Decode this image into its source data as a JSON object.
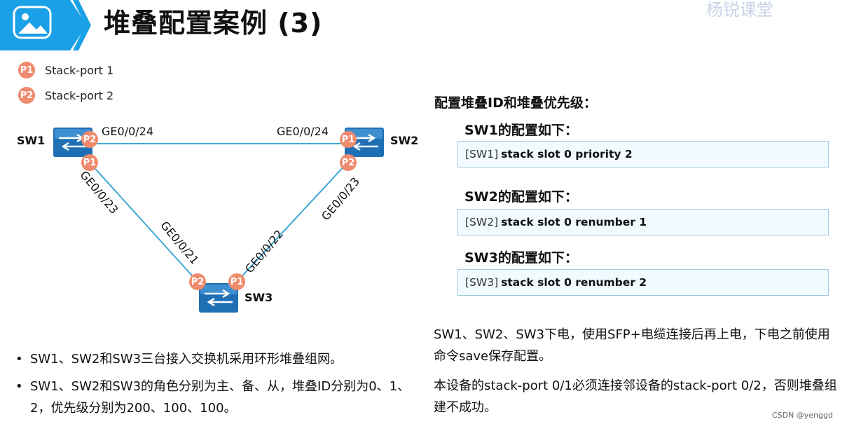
{
  "header": {
    "title": "堆叠配置案例 (3)",
    "brand": "杨锐课堂",
    "accent_color": "#1aa0e6",
    "icon": "image-icon"
  },
  "legend": [
    {
      "badge": "P1",
      "label": "Stack-port 1"
    },
    {
      "badge": "P2",
      "label": "Stack-port 2"
    }
  ],
  "topology": {
    "switches": [
      {
        "name": "SW1",
        "icon": "switch-icon"
      },
      {
        "name": "SW2",
        "icon": "switch-icon"
      },
      {
        "name": "SW3",
        "icon": "switch-icon"
      }
    ],
    "ports": {
      "sw1_top": "P2",
      "sw1_bottom": "P1",
      "sw2_top": "P1",
      "sw2_bottom": "P2",
      "sw3_left": "P2",
      "sw3_right": "P1"
    },
    "links": {
      "sw1_sw2_a": "GE0/0/24",
      "sw1_sw2_b": "GE0/0/24",
      "sw1_sw3_a": "GE0/0/23",
      "sw1_sw3_b": "GE0/0/21",
      "sw2_sw3_a": "GE0/0/23",
      "sw2_sw3_b": "GE0/0/22"
    },
    "link_color": "#3fa7d6",
    "port_color": "#ef8a6c",
    "switch_color": "#1f6fb5"
  },
  "config": {
    "title": "配置堆叠ID和堆叠优先级：",
    "sections": [
      {
        "heading": "SW1的配置如下：",
        "prefix": "[SW1]",
        "command": "stack slot 0 priority 2"
      },
      {
        "heading": "SW2的配置如下：",
        "prefix": "[SW2]",
        "command": "stack slot 0 renumber 1"
      },
      {
        "heading": "SW3的配置如下：",
        "prefix": "[SW3]",
        "command": "stack slot 0 renumber 2"
      }
    ]
  },
  "notes": [
    "SW1、SW2、SW3下电，使用SFP+电缆连接后再上电，下电之前使用命令save保存配置。",
    "本设备的stack-port 0/1必须连接邻设备的stack-port 0/2，否则堆叠组建不成功。"
  ],
  "bullets": [
    "SW1、SW2和SW3三台接入交换机采用环形堆叠组网。",
    "SW1、SW2和SW3的角色分别为主、备、从，堆叠ID分别为0、1、2，优先级分别为200、100、100。"
  ],
  "watermark": "CSDN @yenggd"
}
